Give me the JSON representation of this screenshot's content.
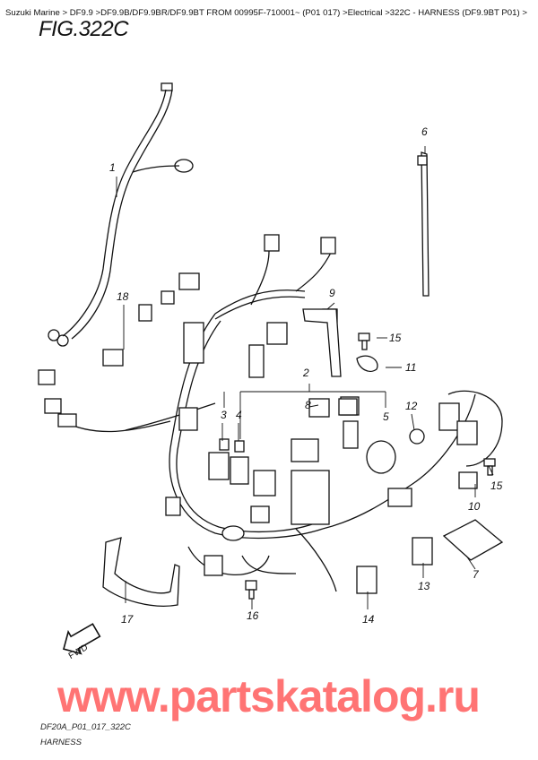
{
  "breadcrumb": "Suzuki Marine > DF9.9 >DF9.9B/DF9.9BR/DF9.9BT FROM 00995F-710001~ (P01 017) >Electrical >322C - HARNESS (DF9.9BT P01) >",
  "figure_title": "FIG.322C",
  "callouts": [
    "1",
    "6",
    "18",
    "9",
    "15",
    "11",
    "2",
    "3",
    "4",
    "8",
    "5",
    "12",
    "15",
    "10",
    "7",
    "13",
    "16",
    "14",
    "17"
  ],
  "fwd_label": "FWD",
  "watermark": "www.partskatalog.ru",
  "footer": {
    "code": "DF20A_P01_017_322C",
    "name": "HARNESS"
  }
}
